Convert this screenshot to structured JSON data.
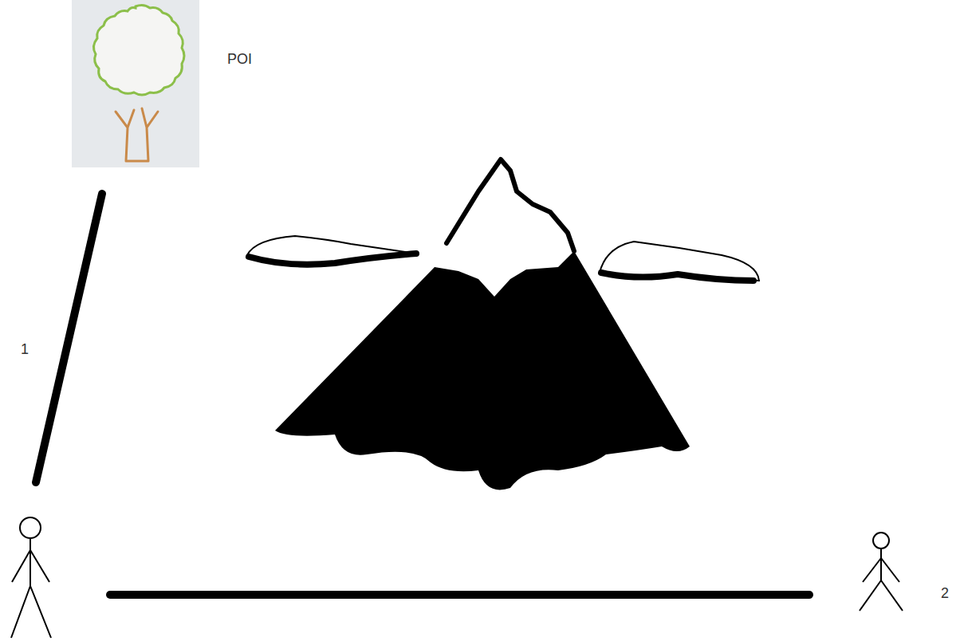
{
  "diagram": {
    "labels": [
      "POI",
      "1",
      "2"
    ]
  }
}
